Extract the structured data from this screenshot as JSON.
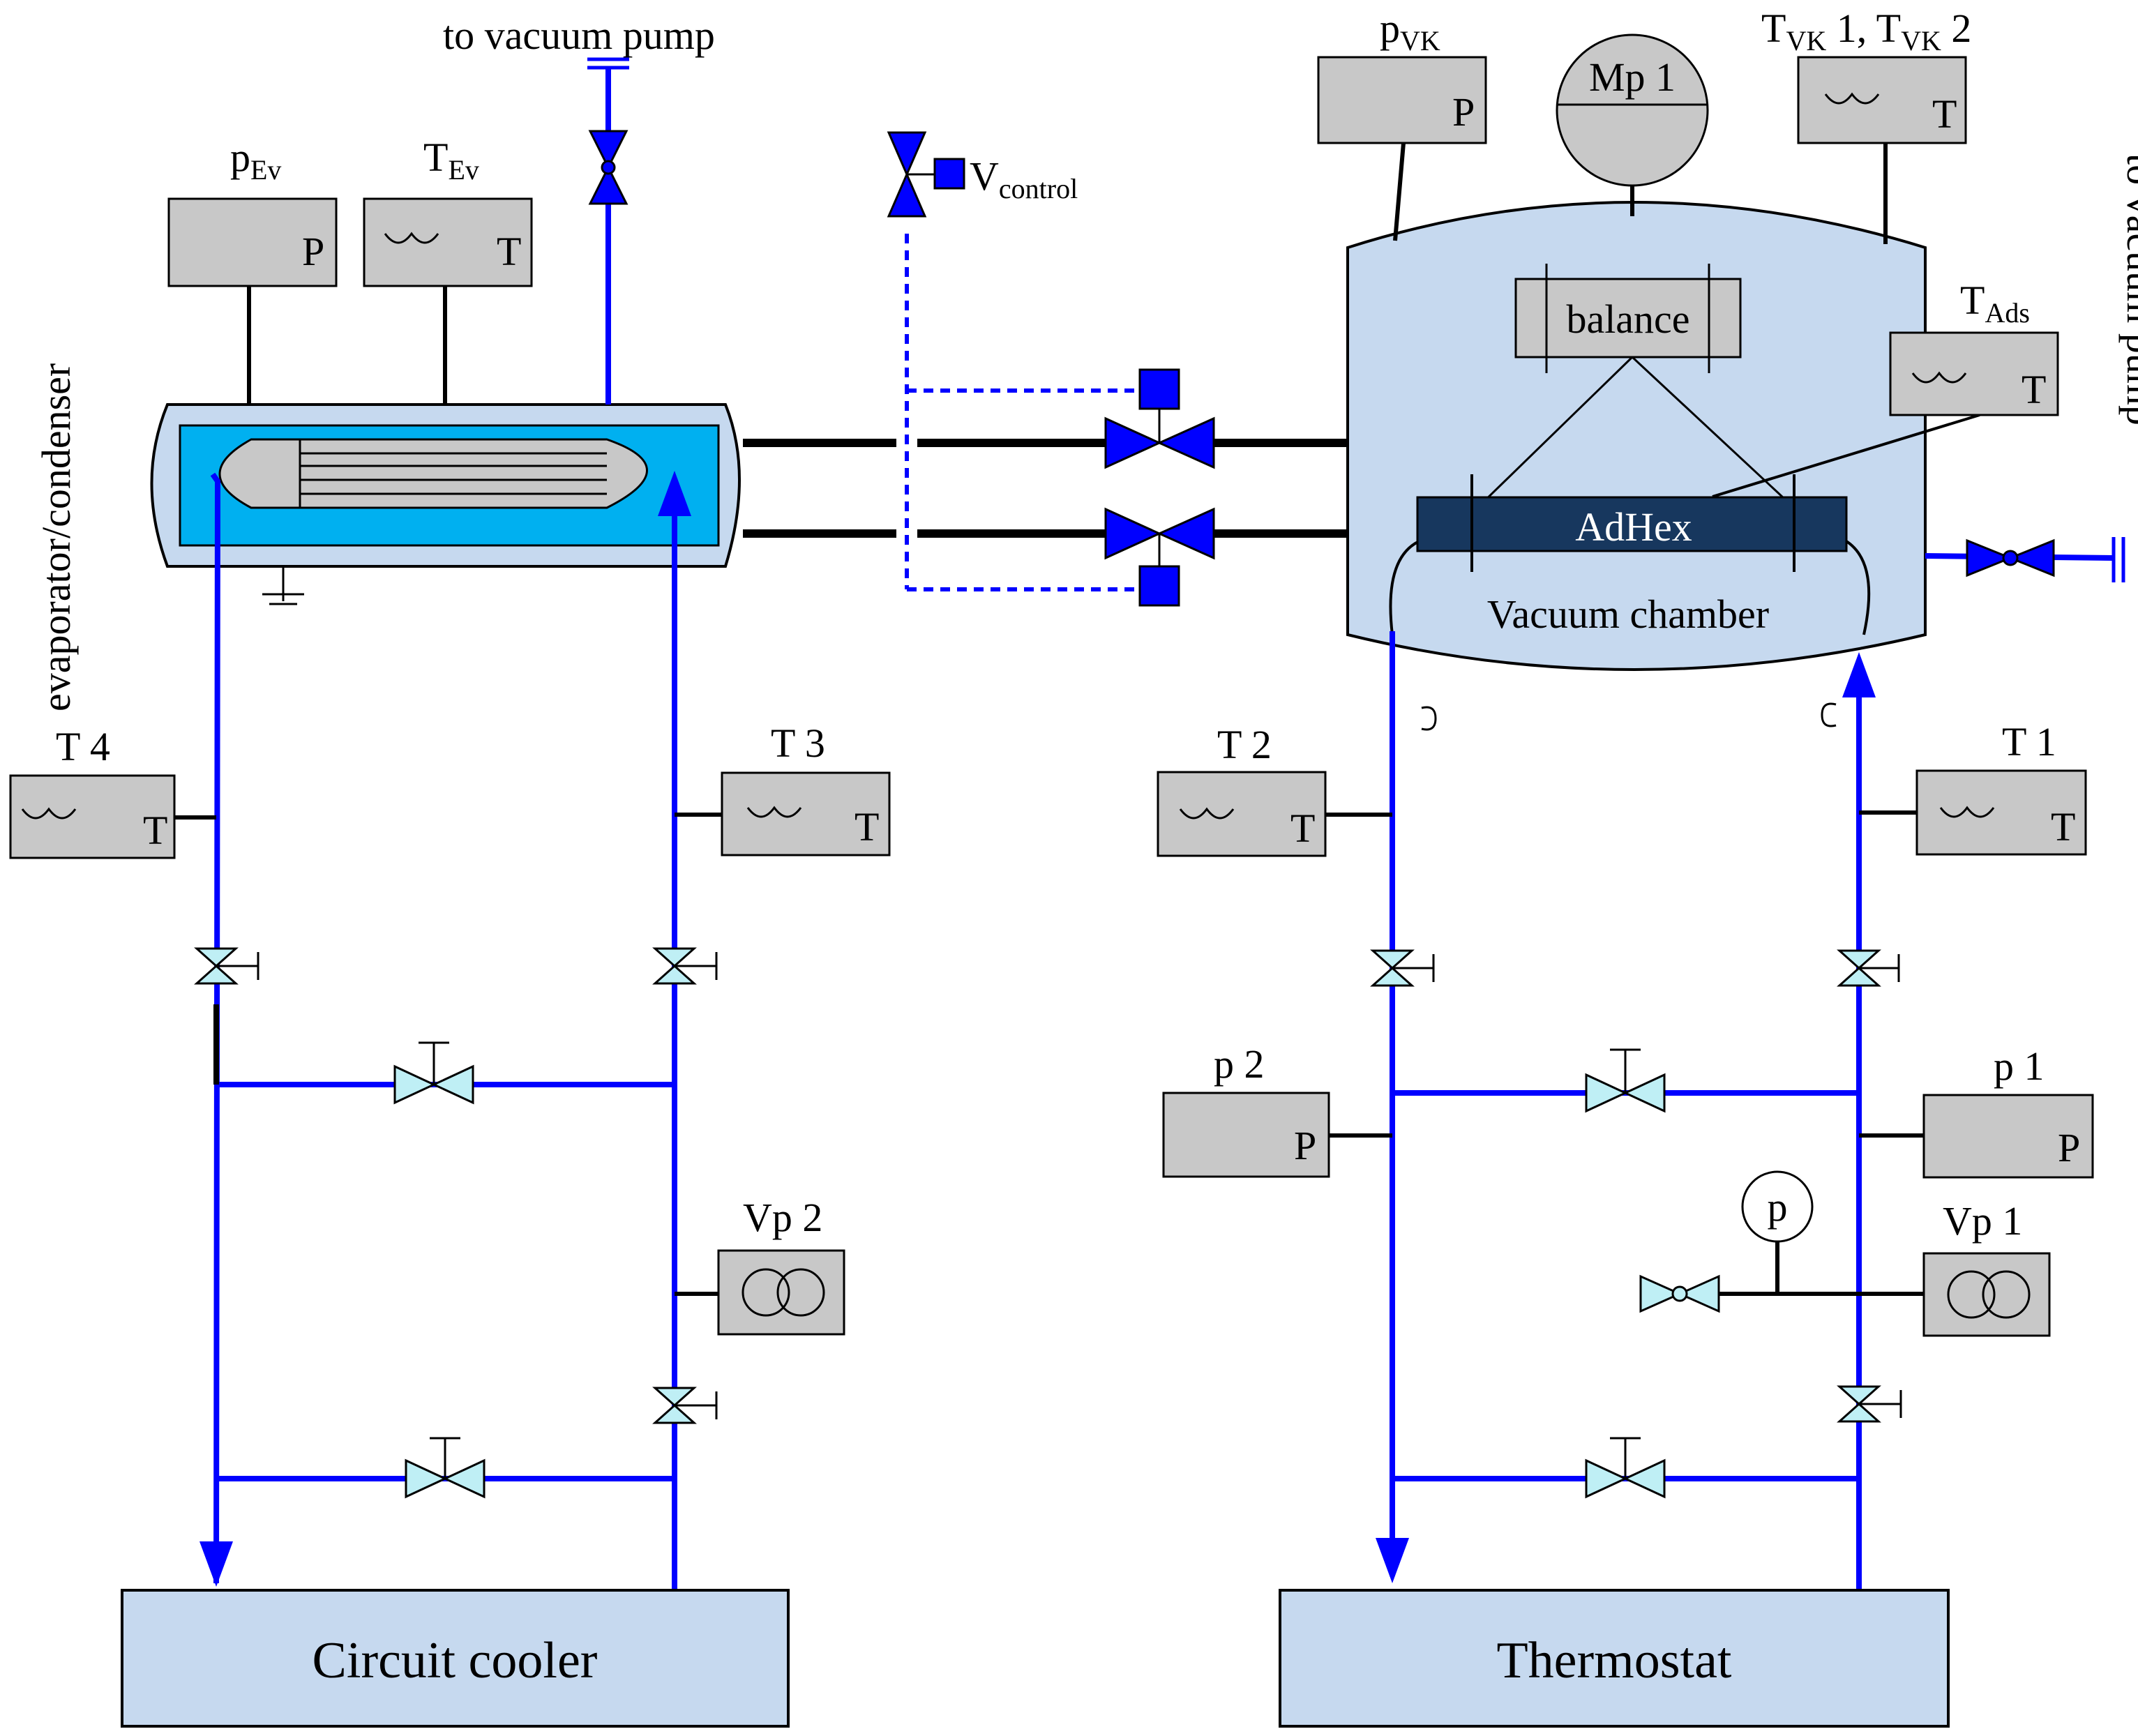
{
  "labels": {
    "to_vacuum_pump_top": "to vacuum pump",
    "to_vacuum_pump_right": "to vacuum pump",
    "evaporator_condenser": "evaporator/condenser",
    "v_control": "V",
    "v_control_sub": "control",
    "balance": "balance",
    "adhex": "AdHex",
    "vacuum_chamber": "Vacuum chamber",
    "mp1": "Mp 1",
    "circuit_cooler": "Circuit cooler",
    "thermostat": "Thermostat",
    "p_vk": "p",
    "p_vk_sub": "VK",
    "t_vk_a": "T",
    "t_vk_a_sub": "VK",
    "t_vk_b": " 1, T",
    "t_vk_b_sub": "VK",
    "t_vk_c": " 2",
    "t_ads": "T",
    "t_ads_sub": "Ads",
    "p_ev": "p",
    "p_ev_sub": "Ev",
    "t_ev": "T",
    "t_ev_sub": "Ev",
    "t1": "T 1",
    "t2": "T 2",
    "t3": "T 3",
    "t4": "T 4",
    "p1": "p 1",
    "p2": "p 2",
    "vp1": "Vp 1",
    "vp2": "Vp 2",
    "pressure_gauge": "p",
    "gauge_letter_p": "P",
    "gauge_letter_t": "T"
  },
  "colors": {
    "pipe": "#0000ff",
    "gauge_fill": "#c8c8c8",
    "vessel_fill": "#c6d9ef",
    "water_fill": "#00b0f0",
    "adhex_fill": "#17375e",
    "valve_light": "#bfeff5"
  }
}
